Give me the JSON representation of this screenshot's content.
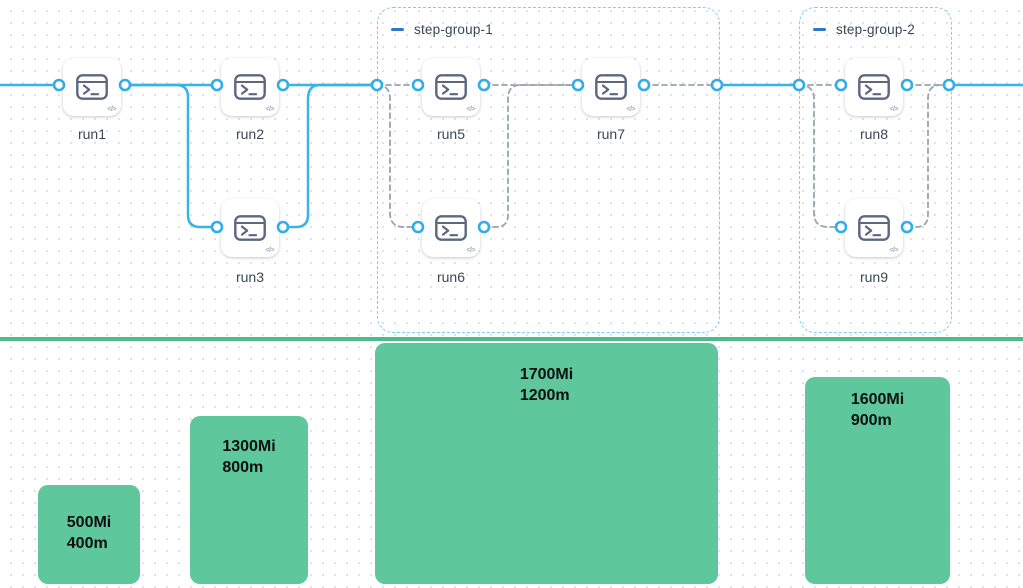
{
  "canvas": {
    "background": "#ffffff",
    "grid_dot_color": "#dbe0e9"
  },
  "pipeline": {
    "edge_colors": {
      "active": "#38b2e8",
      "pending": "#9ba3af",
      "port_ring": "#31ade8"
    },
    "code_badge_glyph": "</>",
    "nodes": [
      {
        "id": "run1",
        "label": "run1",
        "icon": "terminal-icon"
      },
      {
        "id": "run2",
        "label": "run2",
        "icon": "terminal-icon"
      },
      {
        "id": "run3",
        "label": "run3",
        "icon": "terminal-icon"
      },
      {
        "id": "run5",
        "label": "run5",
        "icon": "terminal-icon"
      },
      {
        "id": "run6",
        "label": "run6",
        "icon": "terminal-icon"
      },
      {
        "id": "run7",
        "label": "run7",
        "icon": "terminal-icon"
      },
      {
        "id": "run8",
        "label": "run8",
        "icon": "terminal-icon"
      },
      {
        "id": "run9",
        "label": "run9",
        "icon": "terminal-icon"
      }
    ],
    "groups": [
      {
        "label": "step-group-1",
        "collapse_icon": "minus-icon",
        "border_color": "#7ecdf3"
      },
      {
        "label": "step-group-2",
        "collapse_icon": "minus-icon",
        "border_color": "#7ecdf3"
      }
    ]
  },
  "resources": {
    "separator_color": "#4dbc8b",
    "bar_color": "#5ec79b",
    "bars": [
      {
        "memory": "500Mi",
        "cpu": "400m"
      },
      {
        "memory": "1300Mi",
        "cpu": "800m"
      },
      {
        "memory": "1700Mi",
        "cpu": "1200m"
      },
      {
        "memory": "1600Mi",
        "cpu": "900m"
      }
    ]
  }
}
